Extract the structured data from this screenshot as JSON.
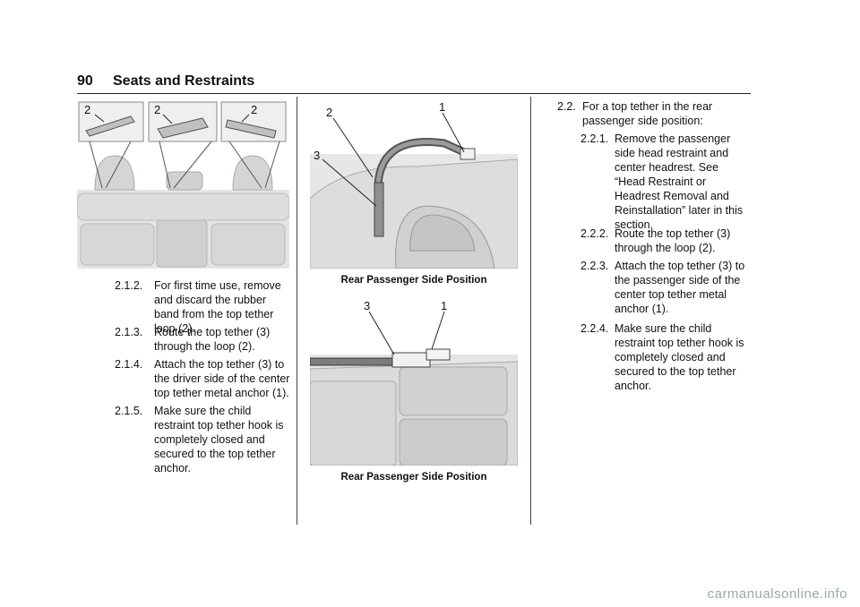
{
  "header": {
    "page_number": "90",
    "section_title": "Seats and Restraints"
  },
  "figure1": {
    "callouts": [
      "2",
      "2",
      "2"
    ]
  },
  "figure2": {
    "callouts": [
      "2",
      "1",
      "3"
    ],
    "caption": "Rear Passenger Side Position"
  },
  "figure3": {
    "callouts": [
      "3",
      "1"
    ],
    "caption": "Rear Passenger Side Position"
  },
  "left_steps": [
    {
      "num": "2.1.2.",
      "text": "For first time use, remove and discard the rubber band from the top tether loop (2)."
    },
    {
      "num": "2.1.3.",
      "text": "Route the top tether (3) through the loop (2)."
    },
    {
      "num": "2.1.4.",
      "text": "Attach the top tether (3) to the driver side of the center top tether metal anchor (1)."
    },
    {
      "num": "2.1.5.",
      "text": "Make sure the child restraint top tether hook is completely closed and secured to the top tether anchor."
    }
  ],
  "right_intro": {
    "num": "2.2.",
    "text": "For a top tether in the rear passenger side position:"
  },
  "right_steps": [
    {
      "num": "2.2.1.",
      "text": "Remove the passenger side head restraint and center headrest. See “Head Restraint or Headrest Removal and Reinstallation” later in this section."
    },
    {
      "num": "2.2.2.",
      "text": "Route the top tether (3) through the loop (2)."
    },
    {
      "num": "2.2.3.",
      "text": "Attach the top tether (3) to the passenger side of the center top tether metal anchor (1)."
    },
    {
      "num": "2.2.4.",
      "text": "Make sure the child restraint top tether hook is completely closed and secured to the top tether anchor."
    }
  ],
  "footer": {
    "watermark": "carmanualsonline.info"
  }
}
